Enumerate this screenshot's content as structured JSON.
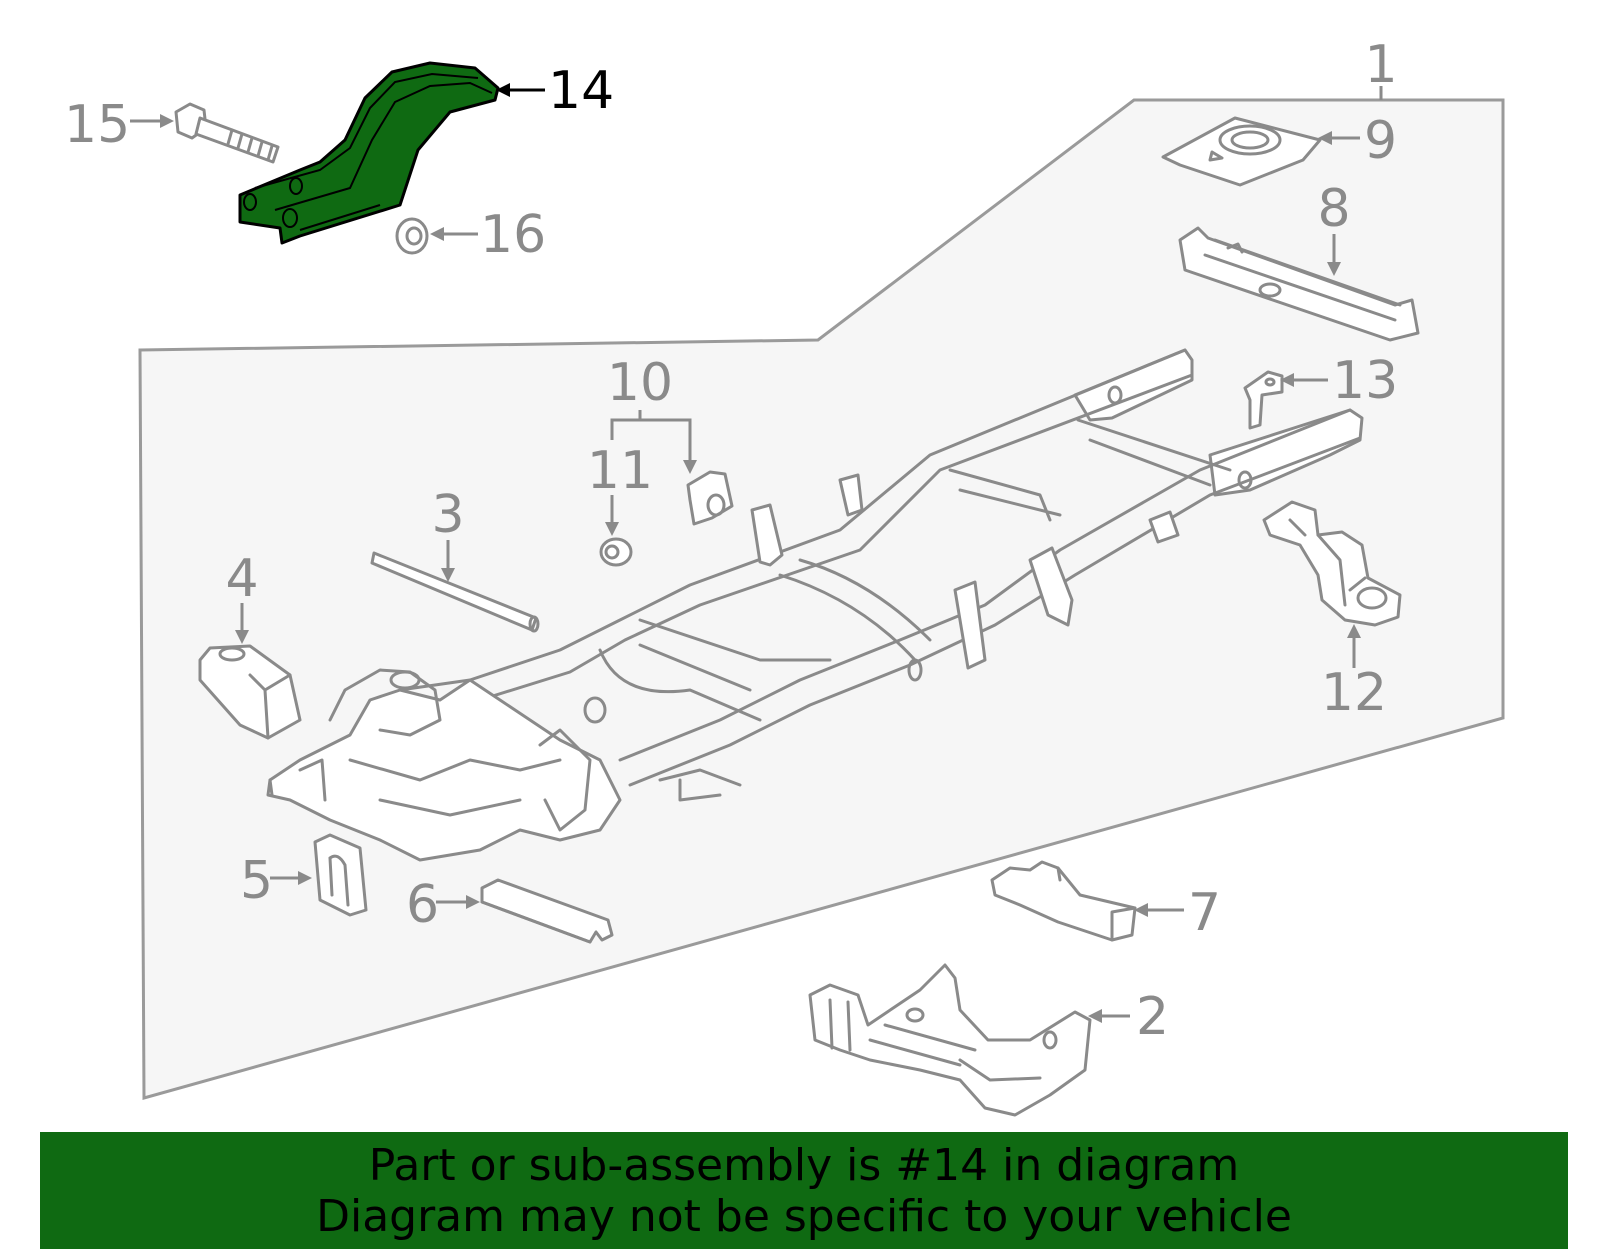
{
  "diagram": {
    "colors": {
      "highlight": "#0f6a12",
      "panel_fill": "#f6f6f6",
      "line": "#8a8a8a",
      "highlight_text": "#000000"
    },
    "highlighted_part": "14",
    "callouts": [
      {
        "id": "c1",
        "label": "1"
      },
      {
        "id": "c2",
        "label": "2"
      },
      {
        "id": "c3",
        "label": "3"
      },
      {
        "id": "c4",
        "label": "4"
      },
      {
        "id": "c5",
        "label": "5"
      },
      {
        "id": "c6",
        "label": "6"
      },
      {
        "id": "c7",
        "label": "7"
      },
      {
        "id": "c8",
        "label": "8"
      },
      {
        "id": "c9",
        "label": "9"
      },
      {
        "id": "c10",
        "label": "10"
      },
      {
        "id": "c11",
        "label": "11"
      },
      {
        "id": "c12",
        "label": "12"
      },
      {
        "id": "c13",
        "label": "13"
      },
      {
        "id": "c14",
        "label": "14"
      },
      {
        "id": "c15",
        "label": "15"
      },
      {
        "id": "c16",
        "label": "16"
      }
    ]
  },
  "banner": {
    "line1": "Part or sub-assembly is #14 in diagram",
    "line2": "Diagram may not be specific to your vehicle",
    "background": "#0f6a12"
  }
}
